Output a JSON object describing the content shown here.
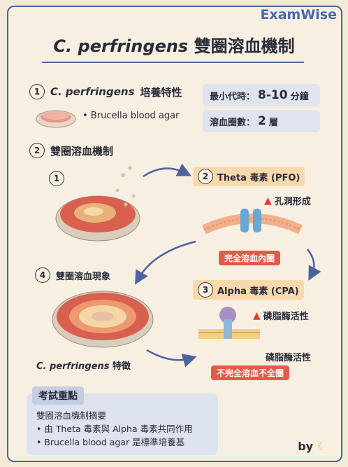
{
  "brand": "ExamWise",
  "title": {
    "italic": "C. perfringens",
    "rest": "雙圈溶血機制"
  },
  "section1": {
    "num": "1",
    "italic": "C. perfringens",
    "rest": "培養特性",
    "bullet": "• Brucella blood agar"
  },
  "stats": [
    {
      "label": "最小代時：",
      "value": "8-10",
      "unit": "分鐘"
    },
    {
      "label": "溶血圈數：",
      "value": "2",
      "unit": "層"
    }
  ],
  "section2": {
    "num": "2",
    "label": "雙圈溶血機制"
  },
  "steps": {
    "s1": {
      "num": "1"
    },
    "s2": {
      "num": "2",
      "label": "Theta 毒素 (PFO)"
    },
    "s3": {
      "num": "3",
      "label": "Alpha 毒素 (CPA)"
    },
    "s4": {
      "num": "4",
      "label": "雙圈溶血現象"
    }
  },
  "theta": {
    "warn": "孔洞形成",
    "result": "完全溶血內圈"
  },
  "alpha": {
    "warn": "磷脂酶活性",
    "label2": "磷脂酶活性",
    "result": "不完全溶血不全圈"
  },
  "feature": {
    "italic": "C. perfringens",
    "rest": "特徵"
  },
  "exam": {
    "head": "考試重點",
    "lines": [
      "雙圈溶血機制摘要",
      "• 由 Theta 毒素與 Alpha 毒素共同作用",
      "• Brucella blood agar 是標準培養基"
    ]
  },
  "byline": "by",
  "colors": {
    "accent": "#4f62a0",
    "warn": "#d8412f",
    "tag": "#f8d9ae",
    "red_tag": "#e25a4a"
  }
}
